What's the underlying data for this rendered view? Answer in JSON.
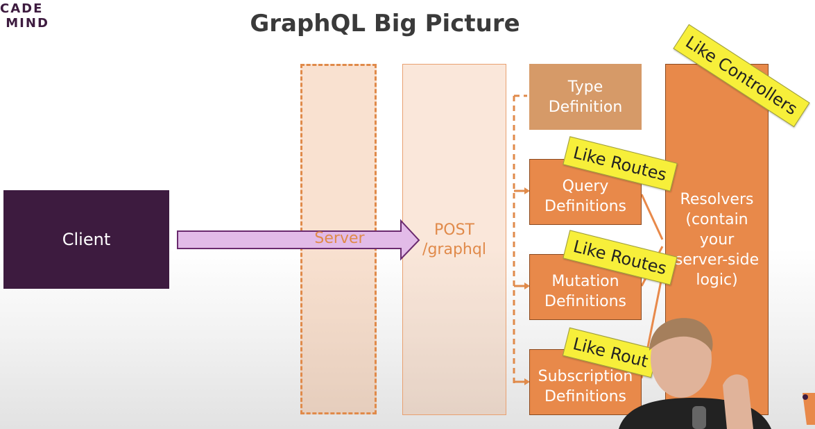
{
  "logo": {
    "line1": "CADE",
    "line2": " MIND"
  },
  "title": "GraphQL Big Picture",
  "diagram": {
    "client": "Client",
    "server": "Server",
    "post": {
      "line1": "POST",
      "line2": "/graphql"
    },
    "type_definition": {
      "line1": "Type",
      "line2": "Definition"
    },
    "query_definitions": {
      "line1": "Query",
      "line2": "Definitions"
    },
    "mutation_definitions": {
      "line1": "Mutation",
      "line2": "Definitions"
    },
    "subscription_definitions": {
      "line1": "Subscription",
      "line2": "Definitions"
    },
    "resolvers": {
      "line1": "Resolvers",
      "line2": "(contain",
      "line3": "your",
      "line4": "server-side",
      "line5": "logic)"
    }
  },
  "stickies": {
    "controllers": "Like Controllers",
    "routes_query": "Like Routes",
    "routes_mutation": "Like Routes",
    "routes_subscription": "Like Rout"
  },
  "colors": {
    "client": "#3d1b3f",
    "accent_orange": "#e8894a",
    "type_def": "#d69a68",
    "arrow_fill": "#e2bbe8",
    "sticky": "#f7ef3a"
  }
}
